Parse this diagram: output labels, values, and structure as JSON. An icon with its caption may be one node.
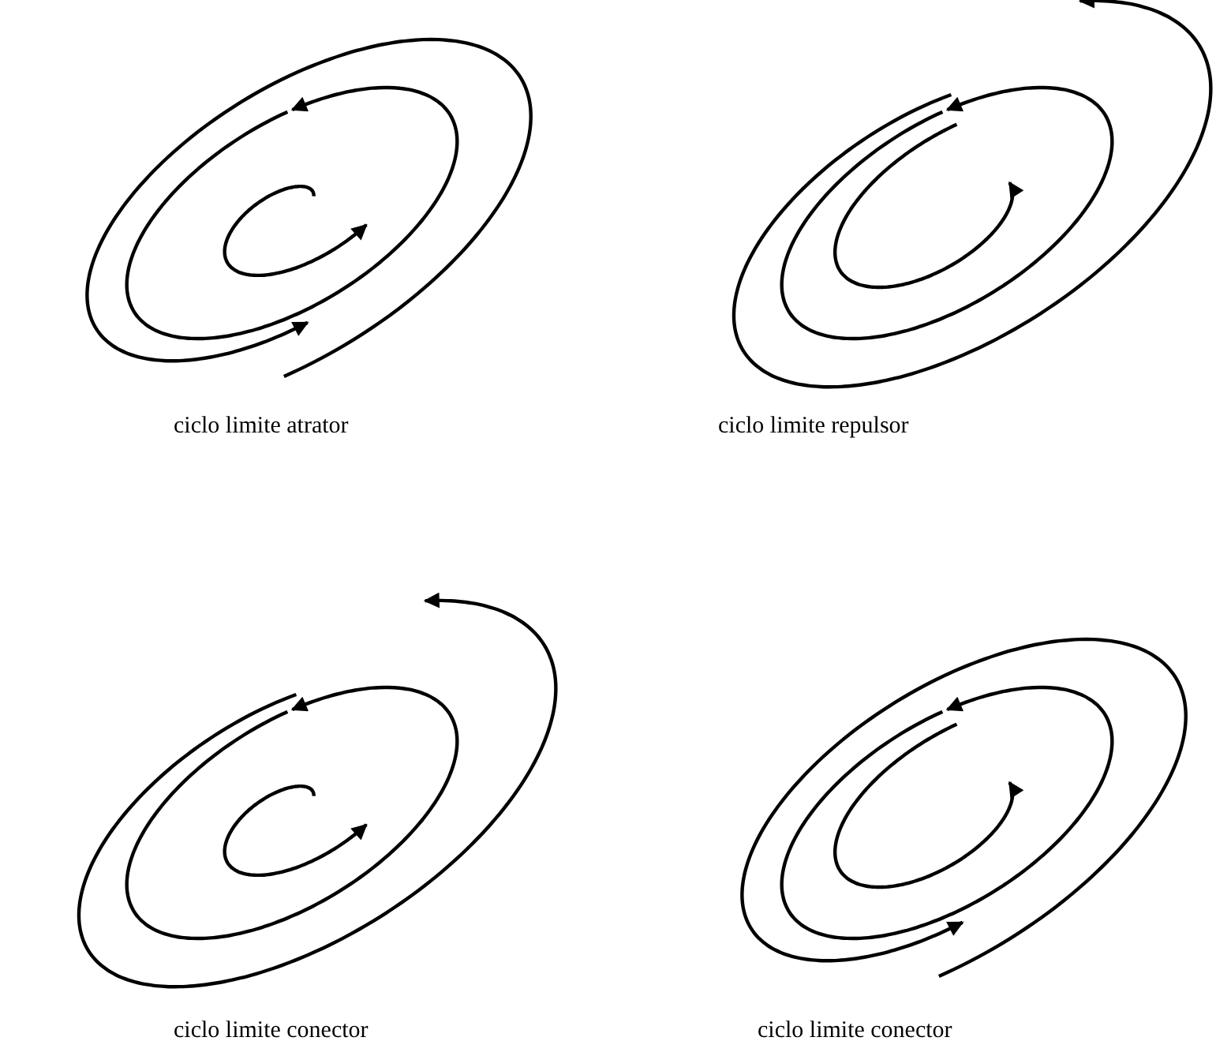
{
  "diagram": {
    "labels": [
      "ciclo limite atrator",
      "ciclo limite repulsor",
      "ciclo limite conector",
      "ciclo limite conector"
    ]
  }
}
